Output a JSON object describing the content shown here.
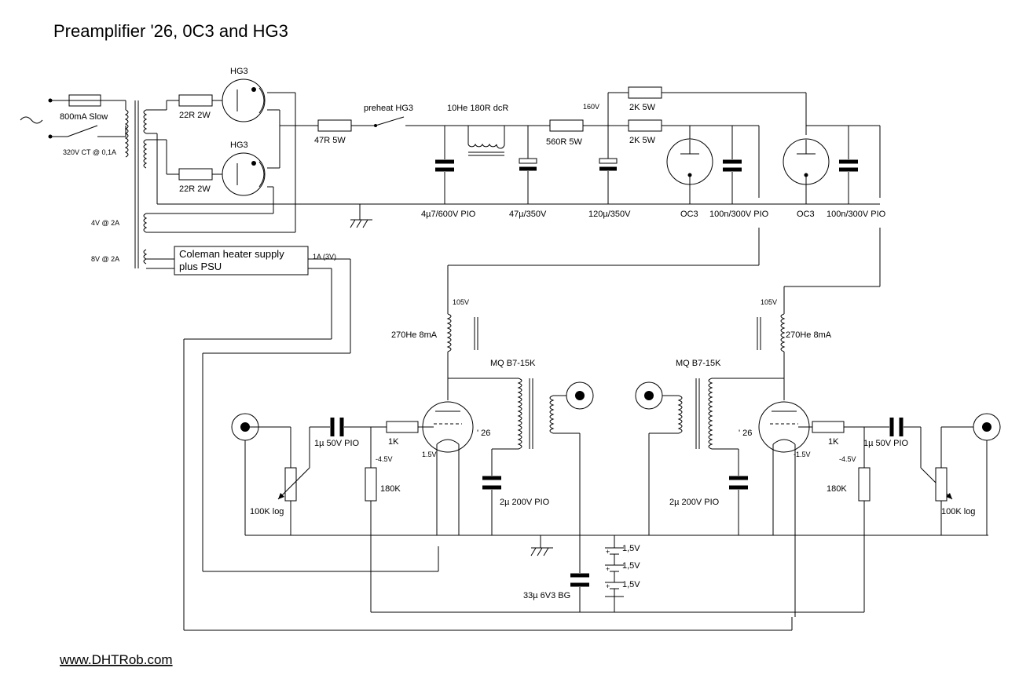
{
  "title": "Preamplifier '26, 0C3 and HG3",
  "footer_url": "www.DHTRob.com",
  "labels": {
    "fuse": "800mA Slow",
    "transformer_primary": "320V CT @ 0,1A",
    "winding_4v": "4V @ 2A",
    "winding_8v": "8V @ 2A",
    "heater_psu_line1": "Coleman heater supply",
    "heater_psu_line2": "plus PSU",
    "heater_current": "1A (3V)",
    "rect_tube_top": "HG3",
    "rect_tube_bottom": "HG3",
    "r_22r_top": "22R 2W",
    "r_22r_bottom": "22R 2W",
    "r_47r": "47R 5W",
    "preheat_switch": "preheat HG3",
    "choke": "10He 180R dcR",
    "r_560r": "560R 5W",
    "v160": "160V",
    "r_2k_top": "2K 5W",
    "r_2k_mid": "2K 5W",
    "c_4u7": "4µ7/600V PIO",
    "c_47u": "47µ/350V",
    "c_120u": "120µ/350V",
    "oc3_left": "OC3",
    "oc3_right": "OC3",
    "c_100n_left": "100n/300V PIO",
    "c_100n_right": "100n/300V PIO",
    "v105_left": "105V",
    "v105_right": "105V",
    "choke_270_left": "270He 8mA",
    "choke_270_right": "270He 8mA",
    "out_tx_left": "MQ B7-15K",
    "out_tx_right": "MQ B7-15K",
    "tube26_left": "' 26",
    "tube26_right": "' 26",
    "v15_left": "1.5V",
    "v15_right": "-1.5V",
    "r_1k_left": "1K",
    "r_1k_right": "1K",
    "c_1u_left": "1µ 50V PIO",
    "c_1u_right": "1µ 50V PIO",
    "v45_left": "-4.5V",
    "v45_right": "-4.5V",
    "r_180k_left": "180K",
    "r_180k_right": "180K",
    "pot_left": "100K log",
    "pot_right": "100K log",
    "c_2u_left": "2µ 200V PIO",
    "c_2u_right": "2µ 200V PIO",
    "c_33u": "33µ 6V3 BG",
    "bat_1": "1,5V",
    "bat_2": "1,5V",
    "bat_3": "1,5V"
  }
}
